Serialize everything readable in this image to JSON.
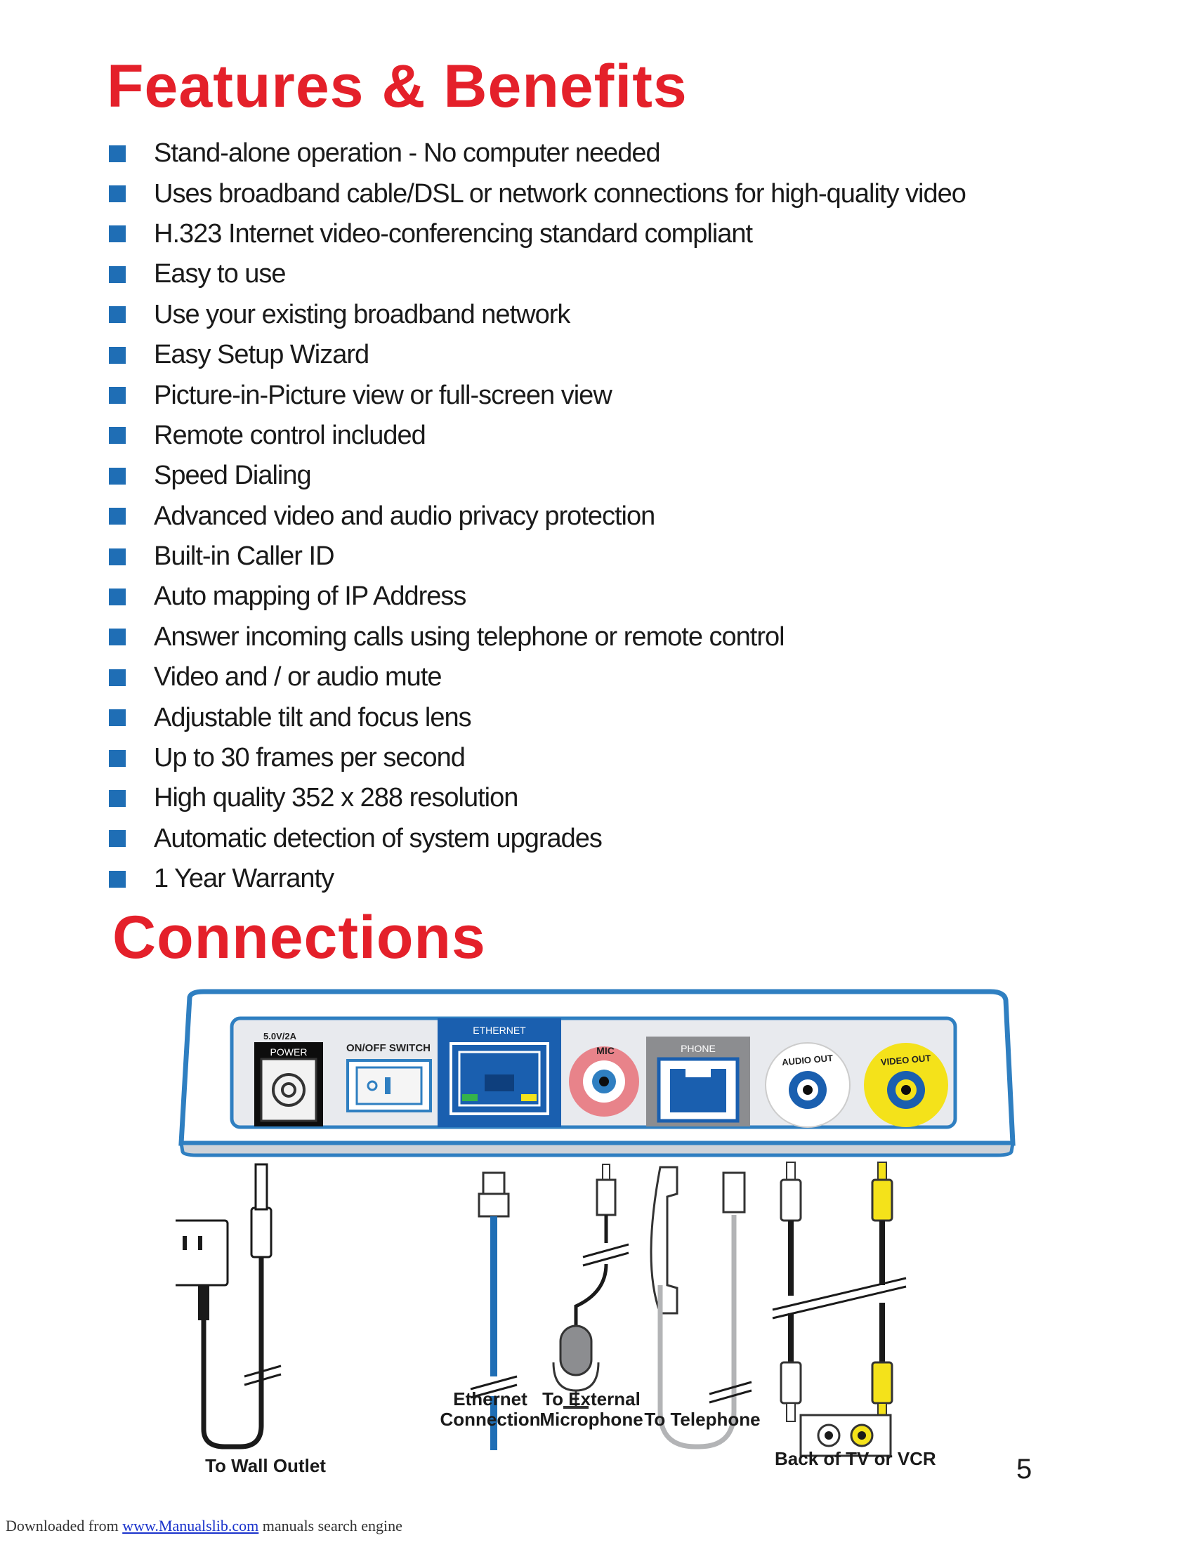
{
  "features": {
    "title": "Features & Benefits",
    "items": [
      "Stand-alone operation - No computer needed",
      "Uses broadband cable/DSL or network connections for high-quality video",
      "H.323 Internet video-conferencing standard compliant",
      "Easy to use",
      "Use your existing broadband network",
      "Easy Setup Wizard",
      "Picture-in-Picture view or full-screen view",
      "Remote control included",
      "Speed Dialing",
      "Advanced video and audio privacy protection",
      "Built-in Caller ID",
      "Auto mapping of IP Address",
      "Answer incoming calls using telephone or remote control",
      "Video and / or audio mute",
      "Adjustable  tilt and focus lens",
      "Up to 30 frames per second",
      "High quality 352 x 288 resolution",
      "Automatic detection of system upgrades",
      "1 Year Warranty"
    ]
  },
  "connections": {
    "title": "Connections",
    "ports": {
      "power_rating": "5.0V/2A",
      "power": "POWER",
      "switch": "ON/OFF SWITCH",
      "ethernet": "ETHERNET",
      "mic": "MIC",
      "phone": "PHONE",
      "audio_out": "AUDIO OUT",
      "video_out": "VIDEO OUT"
    },
    "labels": {
      "wall_outlet": "To Wall Outlet",
      "ethernet_1": "Ethernet",
      "ethernet_2": "Connection",
      "mic_1": "To External",
      "mic_2": "Microphone",
      "telephone": "To Telephone",
      "tv_vcr": "Back of TV or VCR"
    }
  },
  "page_number": "5",
  "footer": {
    "prefix": "Downloaded from ",
    "link": "www.Manualslib.com",
    "suffix": " manuals search engine"
  },
  "colors": {
    "title_red": "#e4202a",
    "bullet_blue": "#1f6eb5",
    "device_blue": "#2f7fc1",
    "ethernet_blue": "#1a5faf",
    "mic_pink": "#e8838a",
    "video_yellow": "#f4e21a"
  }
}
